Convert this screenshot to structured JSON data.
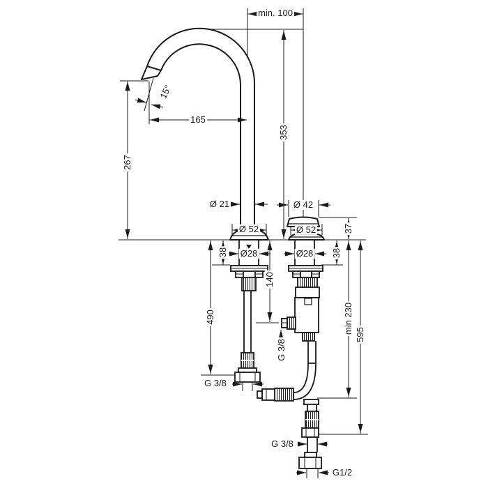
{
  "drawing": {
    "labels": {
      "min_center_distance": "min. 100",
      "spout_angle": "15°",
      "spout_reach": "165",
      "outlet_height": "267",
      "total_height": "353",
      "spout_pipe_diameter": "Ø 21",
      "handle_diameter": "Ø 42",
      "spout_base_diameter": "Ø 52",
      "handle_base_diameter": "Ø 52",
      "handle_height_above_deck": "37",
      "deck_clamp_left": "38",
      "deck_clamp_right": "38",
      "shaft_diameter_left": "Ø28",
      "shaft_diameter_right": "Ø28",
      "valve_port_depth": "140",
      "hose_length_left": "490",
      "hose_thread_left": "G 3/8",
      "valve_port_thread": "G 3/8",
      "min_clearance_below": "min 230",
      "outlet_hose_length": "595",
      "outlet_hose_thread": "G 3/8",
      "outlet_connector_thread": "G1/2"
    }
  }
}
